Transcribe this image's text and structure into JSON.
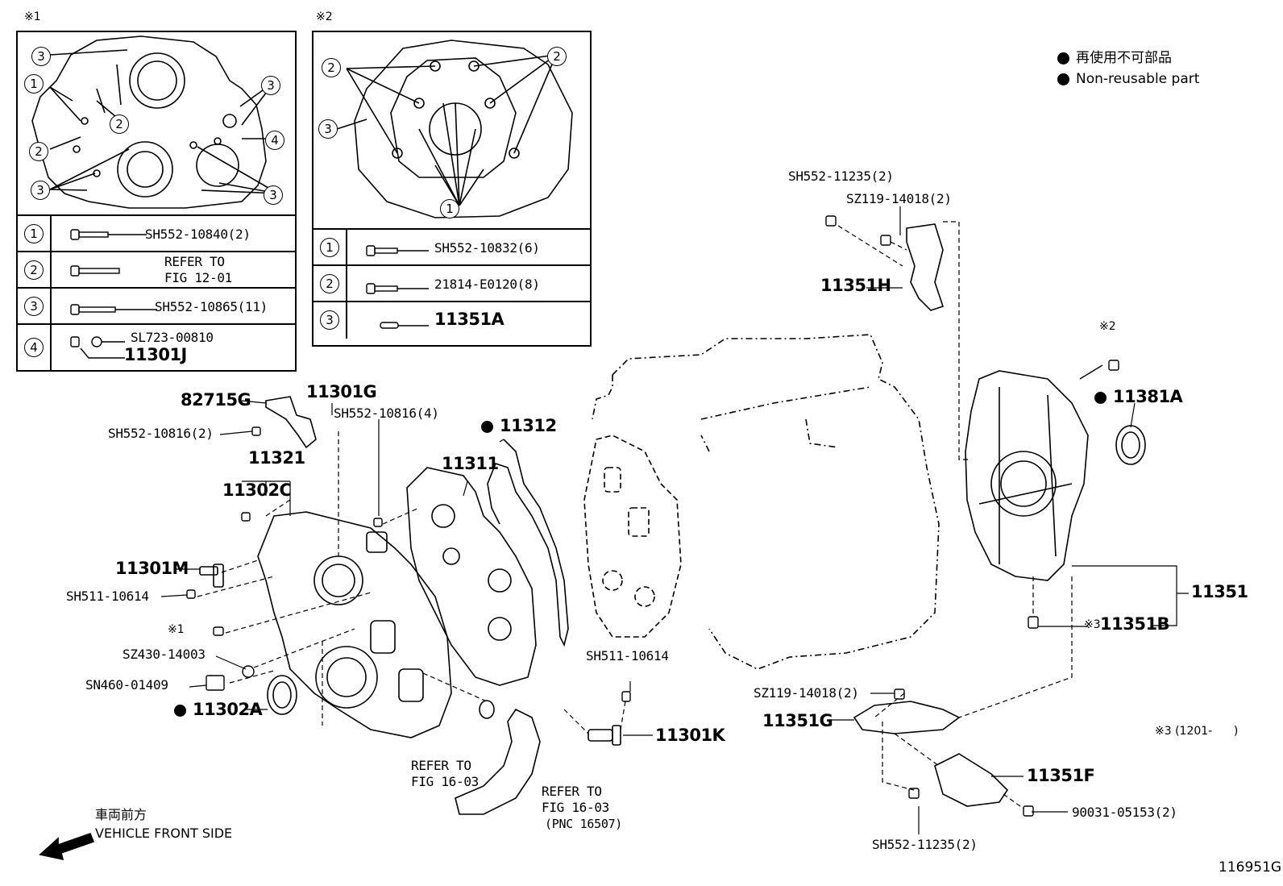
{
  "insets": {
    "inset1": {
      "marker": "※1",
      "rows": [
        {
          "num": "1",
          "part": "SH552-10840(2)"
        },
        {
          "num": "2",
          "part": "REFER TO",
          "part2": "FIG 12-01"
        },
        {
          "num": "3",
          "part": "SH552-10865(11)"
        },
        {
          "num": "4",
          "part": "SL723-00810",
          "part2": "11301J"
        }
      ]
    },
    "inset2": {
      "marker": "※2",
      "rows": [
        {
          "num": "1",
          "part": "SH552-10832(6)"
        },
        {
          "num": "2",
          "part": "21814-E0120(8)"
        },
        {
          "num": "3",
          "part": "11351A"
        }
      ]
    }
  },
  "legend": {
    "jp": "再使用不可部品",
    "en": "Non-reusable part"
  },
  "labels": {
    "l_82715G": "82715G",
    "l_11301G": "11301G",
    "l_sh552_10816_2": "SH552-10816(2)",
    "l_sh552_10816_4": "SH552-10816(4)",
    "l_11321": "11321",
    "l_11302C": "11302C",
    "l_11311": "11311",
    "l_11312": "11312",
    "l_11301M": "11301M",
    "l_sh511_10614_a": "SH511-10614",
    "l_star1": "※1",
    "l_sz430": "SZ430-14003",
    "l_sn460": "SN460-01409",
    "l_11302A": "11302A",
    "l_refer1_a": "REFER TO",
    "l_refer1_b": "FIG 16-03",
    "l_refer2_a": "REFER TO",
    "l_refer2_b": "FIG 16-03",
    "l_refer2_c": "(PNC 16507)",
    "l_sh511_10614_b": "SH511-10614",
    "l_11301K": "11301K",
    "l_sh552_11235_top": "SH552-11235(2)",
    "l_sz119_top": "SZ119-14018(2)",
    "l_11351H": "11351H",
    "l_star2": "※2",
    "l_11381A": "11381A",
    "l_11351": "11351",
    "l_star3": "※3",
    "l_11351B": "11351B",
    "l_sz119_bot": "SZ119-14018(2)",
    "l_11351G": "11351G",
    "l_11351F": "11351F",
    "l_90031": "90031-05153(2)",
    "l_sh552_11235_bot": "SH552-11235(2)",
    "l_note3": "※3 (1201-      )",
    "l_front_jp": "車両前方",
    "l_front_en": "VEHICLE FRONT SIDE",
    "l_fig": "116951G"
  }
}
